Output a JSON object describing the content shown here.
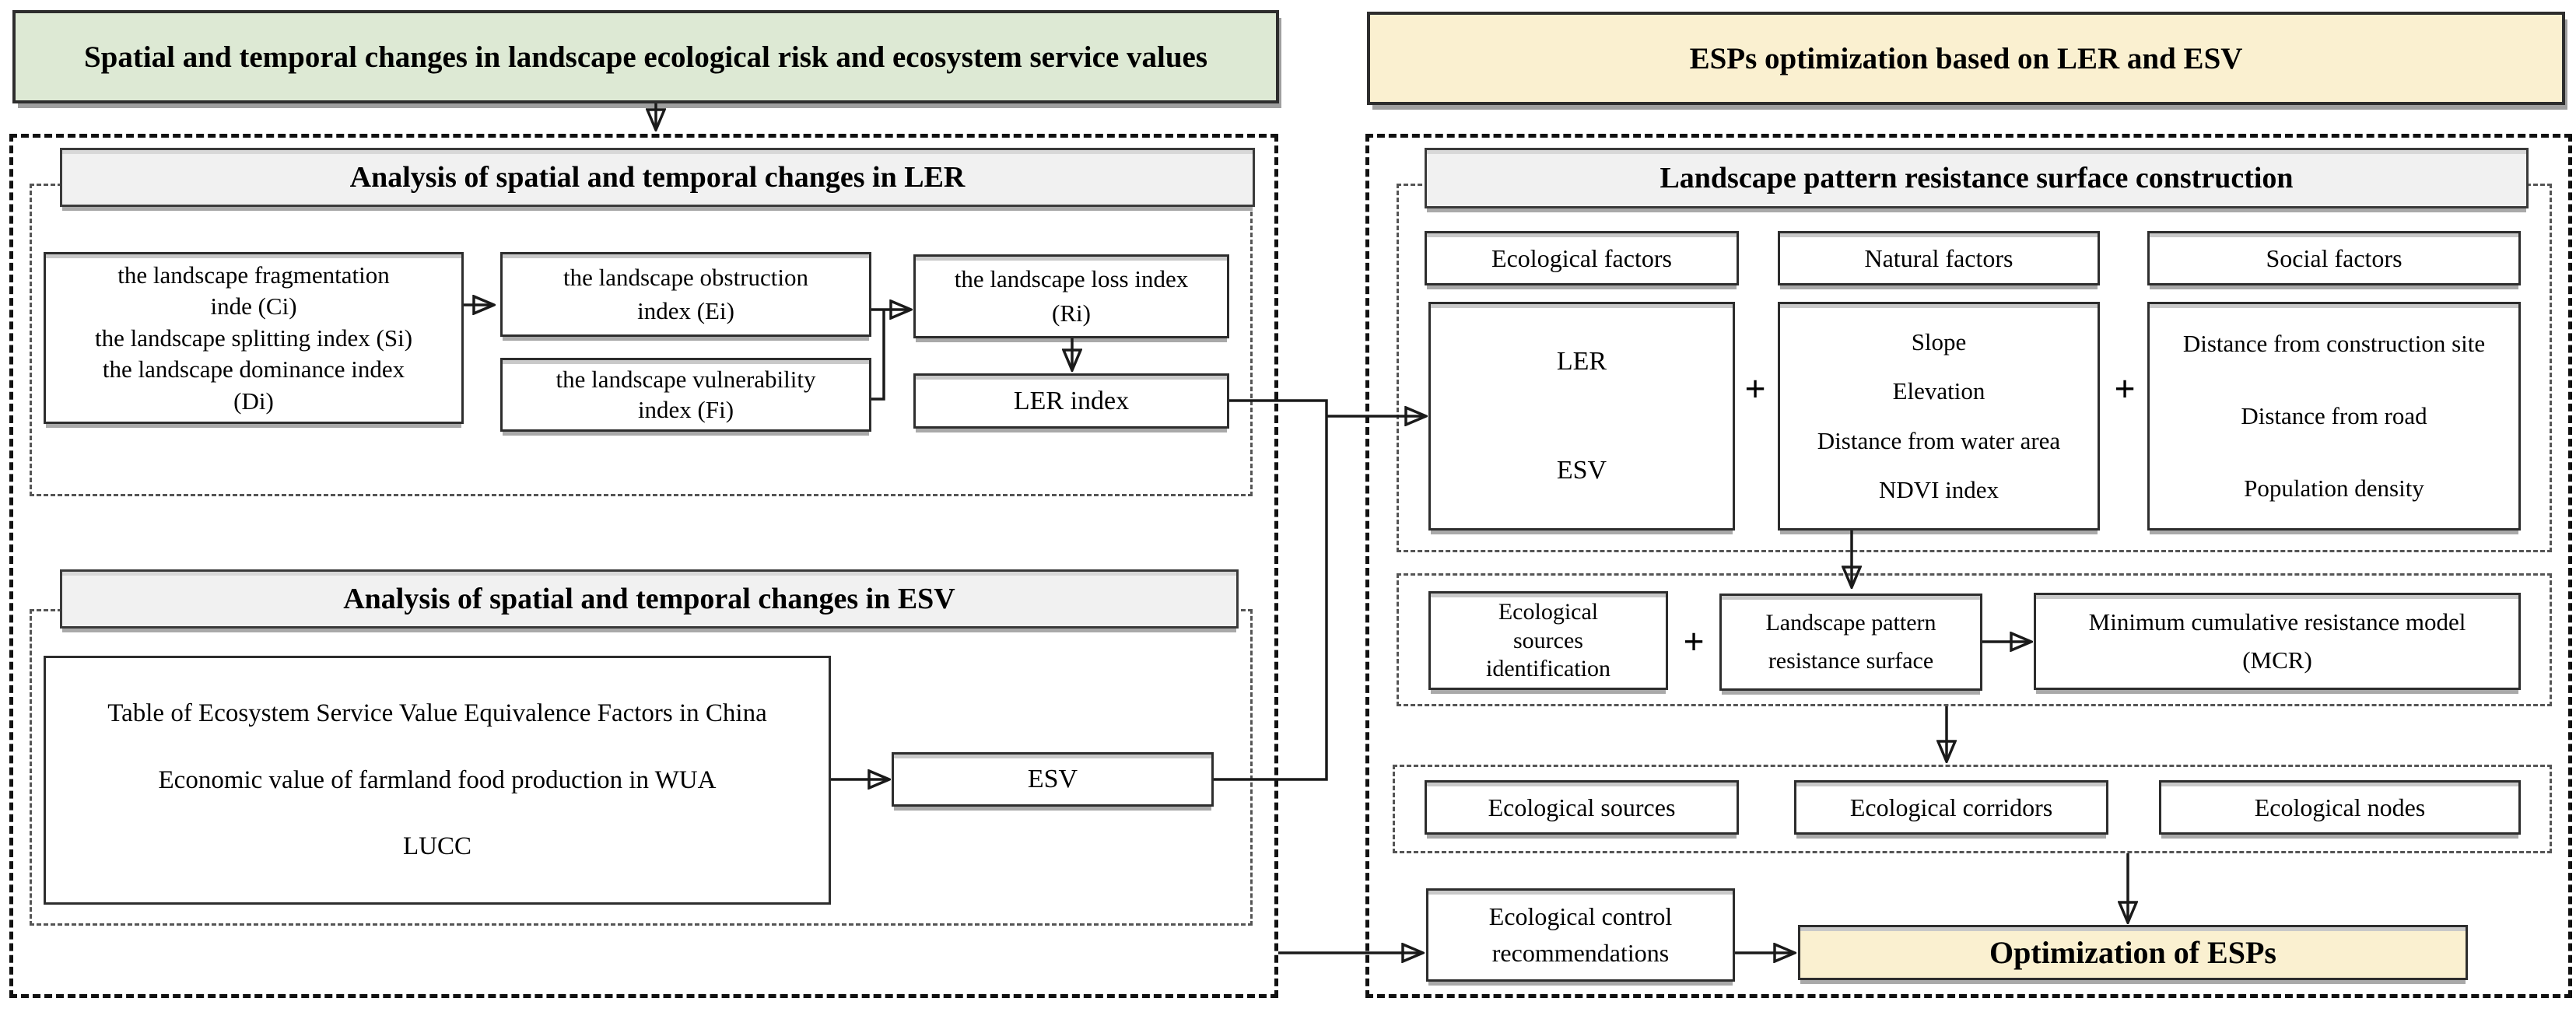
{
  "banners": {
    "left": "Spatial and temporal changes in landscape ecological risk and ecosystem service values",
    "right": "ESPs optimization based on LER and ESV"
  },
  "ler_section": {
    "title": "Analysis of spatial and temporal changes in LER",
    "fragmentation_lines": [
      "the landscape fragmentation",
      "inde (Ci)",
      "the landscape splitting index (Si)",
      "the landscape dominance index",
      "(Di)"
    ],
    "obstruction_lines": [
      "the landscape obstruction",
      "index (Ei)"
    ],
    "vulnerability_lines": [
      "the landscape vulnerability",
      "index (Fi)"
    ],
    "loss_lines": [
      "the landscape loss index",
      "(Ri)"
    ],
    "ler_index": "LER index"
  },
  "esv_section": {
    "title": "Analysis of spatial and temporal changes in ESV",
    "input_lines": [
      "Table of Ecosystem Service Value Equivalence Factors in China",
      "Economic value of farmland food production in WUA",
      "LUCC"
    ],
    "esv": "ESV"
  },
  "resistance_section": {
    "title": "Landscape pattern resistance surface construction",
    "factor_headers": [
      "Ecological factors",
      "Natural factors",
      "Social factors"
    ],
    "ecological_lines": [
      "LER",
      "ESV"
    ],
    "natural_lines": [
      "Slope",
      "Elevation",
      "Distance from water area",
      "NDVI index"
    ],
    "social_lines": [
      "Distance from construction site",
      "Distance from road",
      "Population density"
    ],
    "plus": "+"
  },
  "mcr_section": {
    "sources_id_lines": [
      "Ecological",
      "sources",
      "identification"
    ],
    "surface_lines": [
      "Landscape pattern",
      "resistance surface"
    ],
    "mcr_lines": [
      "Minimum cumulative resistance model",
      "(MCR)"
    ],
    "plus": "+"
  },
  "outputs_section": {
    "sources": "Ecological sources",
    "corridors": "Ecological corridors",
    "nodes": "Ecological nodes"
  },
  "final_section": {
    "control_lines": [
      "Ecological control",
      "recommendations"
    ],
    "optimization": "Optimization of ESPs"
  },
  "colors": {
    "banner_green": "#dde9d4",
    "banner_cream": "#faf0d0",
    "section_gray": "#f1f1f1",
    "box_border": "#2d2d2d",
    "dashed_border": "#111111"
  }
}
